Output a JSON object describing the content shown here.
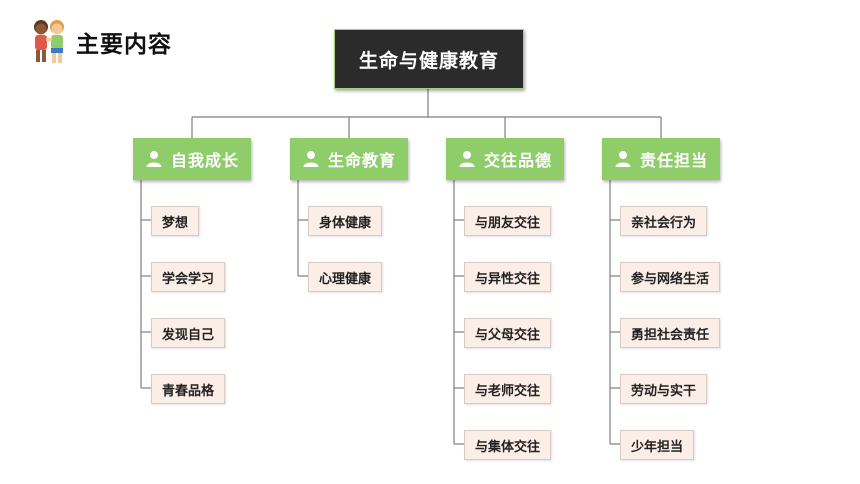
{
  "header": {
    "title": "主要内容",
    "icon": "children-icon"
  },
  "root": {
    "label": "生命与健康教育"
  },
  "colors": {
    "root_bg": "#2b2b2b",
    "category_bg": "#8fcd6a",
    "item_bg": "#fbeee6",
    "line": "#7f7f7f"
  },
  "categories": [
    {
      "label": "自我成长",
      "icon": "person-icon",
      "items": [
        "梦想",
        "学会学习",
        "发现自己",
        "青春品格"
      ]
    },
    {
      "label": "生命教育",
      "icon": "person-icon",
      "items": [
        "身体健康",
        "心理健康"
      ]
    },
    {
      "label": "交往品德",
      "icon": "person-icon",
      "items": [
        "与朋友交往",
        "与异性交往",
        "与父母交往",
        "与老师交往",
        "与集体交往"
      ]
    },
    {
      "label": "责任担当",
      "icon": "person-icon",
      "items": [
        "亲社会行为",
        "参与网络生活",
        "勇担社会责任",
        "劳动与实干",
        "少年担当"
      ]
    }
  ]
}
